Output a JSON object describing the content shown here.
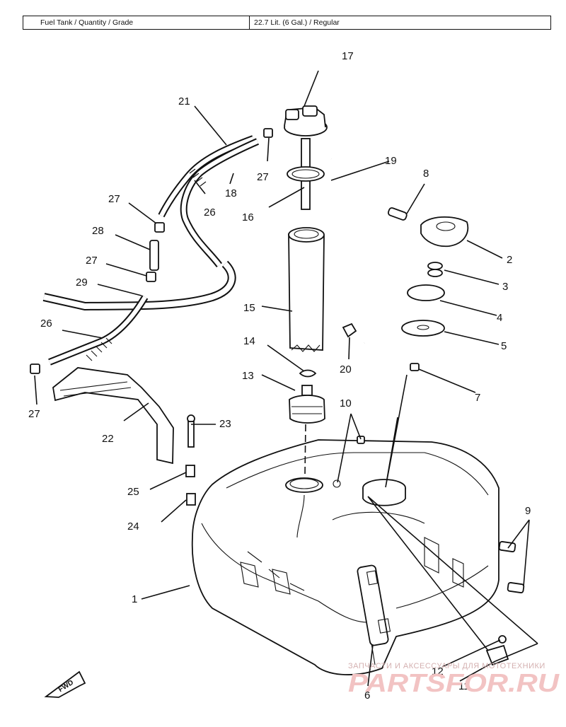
{
  "spec_table": {
    "label": "Fuel Tank / Quantity / Grade",
    "value": "22.7 Lit. (6 Gal.) / Regular"
  },
  "callouts": {
    "c1": "1",
    "c2": "2",
    "c3": "3",
    "c4": "4",
    "c5": "5",
    "c6": "6",
    "c7": "7",
    "c8": "8",
    "c9": "9",
    "c10": "10",
    "c11": "11",
    "c12": "12",
    "c13": "13",
    "c14": "14",
    "c15": "15",
    "c16": "16",
    "c17": "17",
    "c18": "18",
    "c19": "19",
    "c20": "20",
    "c21": "21",
    "c22": "22",
    "c23": "23",
    "c24": "24",
    "c25": "25",
    "c26a": "26",
    "c26b": "26",
    "c27a": "27",
    "c27b": "27",
    "c27c": "27",
    "c27d": "27",
    "c28": "28",
    "c29": "29"
  },
  "fwd_label": "FWD",
  "watermark": {
    "tagline": "ЗАПЧАСТИ И АКСЕССУАРЫ ДЛЯ МОТОТЕХНИКИ",
    "brand": "PARTSFOR.RU"
  }
}
